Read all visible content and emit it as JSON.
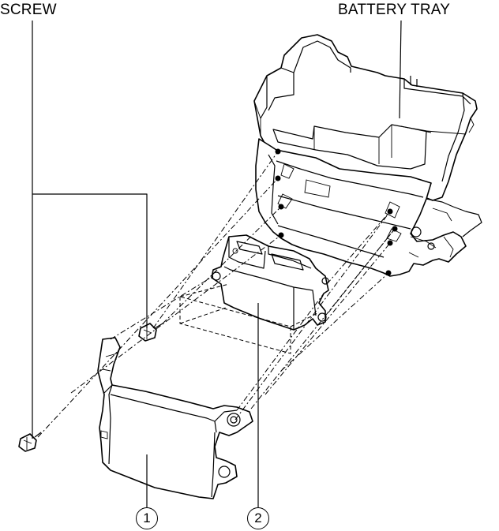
{
  "labels": {
    "screw": "SCREW",
    "battery_tray": "BATTERY TRAY"
  },
  "callouts": {
    "one": "1",
    "two": "2"
  }
}
